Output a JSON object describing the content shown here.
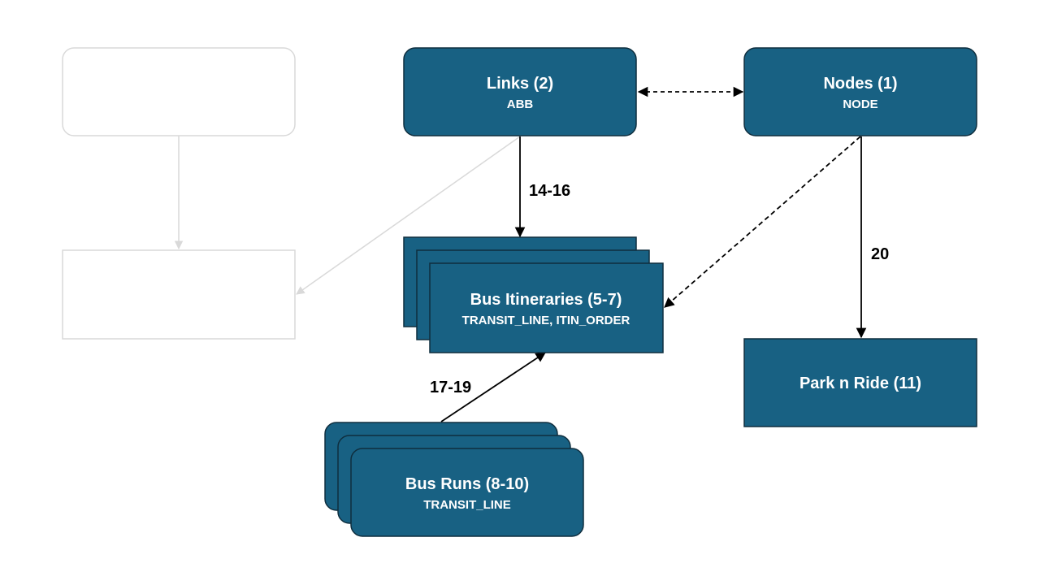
{
  "colors": {
    "node_fill": "#186183",
    "node_stroke": "#0f2e3e",
    "ghost_stroke": "#d9d9d9",
    "edge": "#000000"
  },
  "nodes": {
    "links": {
      "title": "Links (2)",
      "subtitle": "ABB"
    },
    "nodes": {
      "title": "Nodes (1)",
      "subtitle": "NODE"
    },
    "bus_itineraries": {
      "title": "Bus Itineraries (5-7)",
      "subtitle": "TRANSIT_LINE, ITIN_ORDER"
    },
    "bus_runs": {
      "title": "Bus Runs (8-10)",
      "subtitle": "TRANSIT_LINE"
    },
    "park_n_ride": {
      "title": "Park n Ride (11)"
    }
  },
  "edges": {
    "links_to_itineraries": "14-16",
    "runs_to_itineraries": "17-19",
    "nodes_to_park_n_ride": "20"
  }
}
